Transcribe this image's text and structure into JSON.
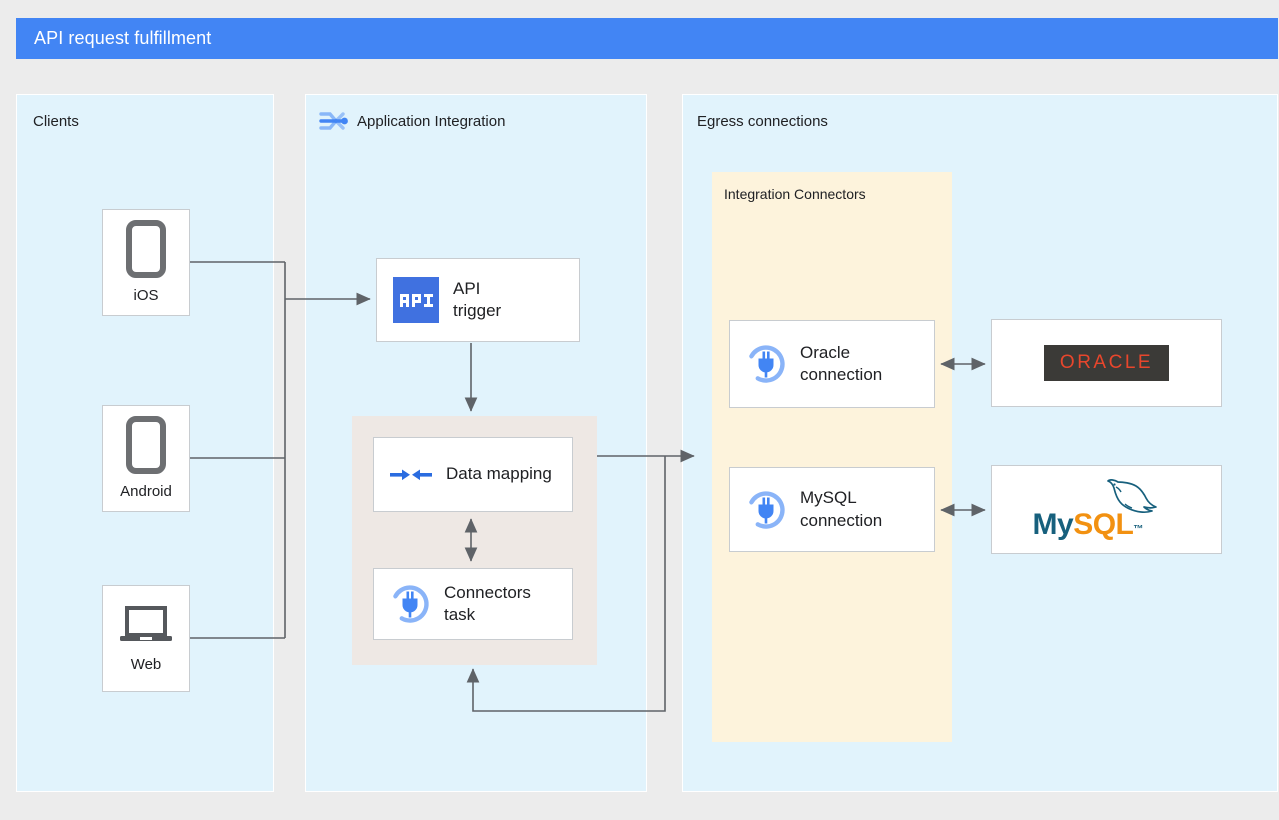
{
  "title": {
    "text": "API request fulfillment",
    "bar_color": "#4285f4",
    "text_color": "#ffffff"
  },
  "colors": {
    "page_background": "#ececec",
    "panel_background": "#e1f3fc",
    "connectors_panel_background": "#fdf3dc",
    "task_group_background": "#eee8e4",
    "node_background": "#ffffff",
    "node_border": "#c8ccd0",
    "accent_blue": "#4285f4",
    "connector_line": "#5f6368",
    "device_icon_gray": "#5f6368",
    "oracle_red": "#e8462c",
    "oracle_dark": "#3b3a37",
    "mysql_teal": "#17607d",
    "mysql_orange": "#f29111"
  },
  "panels": [
    {
      "id": "clients",
      "label": "Clients",
      "has_icon": false
    },
    {
      "id": "application_integration",
      "label": "Application Integration",
      "has_icon": true,
      "icon": "application-integration-icon"
    },
    {
      "id": "egress",
      "label": "Egress connections",
      "has_icon": false
    }
  ],
  "clients": {
    "label": "Clients",
    "items": [
      {
        "label": "iOS",
        "icon": "mobile-phone-icon"
      },
      {
        "label": "Android",
        "icon": "mobile-phone-icon"
      },
      {
        "label": "Web",
        "icon": "laptop-icon"
      }
    ]
  },
  "application_integration": {
    "label": "Application Integration",
    "icon": "application-integration-icon",
    "nodes": [
      {
        "id": "api_trigger",
        "label": "API\ntrigger",
        "icon": "api-icon",
        "icon_text": "API"
      },
      {
        "id": "data_mapping",
        "label": "Data mapping",
        "icon": "data-mapping-icon"
      },
      {
        "id": "connectors_task",
        "label": "Connectors\ntask",
        "icon": "connector-plug-icon"
      }
    ]
  },
  "egress": {
    "label": "Egress connections",
    "connectors_panel": {
      "label": "Integration Connectors",
      "connections": [
        {
          "id": "oracle_connection",
          "label": "Oracle\nconnection",
          "icon": "connector-plug-icon"
        },
        {
          "id": "mysql_connection",
          "label": "MySQL\nconnection",
          "icon": "connector-plug-icon"
        }
      ]
    },
    "systems": [
      {
        "id": "oracle_logo",
        "label": "ORACLE",
        "icon": "oracle-logo"
      },
      {
        "id": "mysql_logo",
        "label_primary": "My",
        "label_secondary": "SQL",
        "label_tm": "™",
        "icon": "mysql-logo"
      }
    ]
  },
  "connections": [
    {
      "from": "iOS",
      "to": "api_trigger",
      "style": "arrow"
    },
    {
      "from": "Android",
      "to": "api_trigger",
      "style": "arrow"
    },
    {
      "from": "Web",
      "to": "api_trigger",
      "style": "arrow"
    },
    {
      "from": "api_trigger",
      "to": "data_mapping",
      "style": "arrow"
    },
    {
      "from": "data_mapping",
      "to": "connectors_task",
      "style": "double-arrow"
    },
    {
      "from": "connectors_task",
      "to": "integration_connectors",
      "style": "arrow"
    },
    {
      "from": "integration_connectors",
      "to": "connectors_task",
      "style": "arrow"
    },
    {
      "from": "oracle_connection",
      "to": "oracle_logo",
      "style": "double-arrow"
    },
    {
      "from": "mysql_connection",
      "to": "mysql_logo",
      "style": "double-arrow"
    }
  ]
}
